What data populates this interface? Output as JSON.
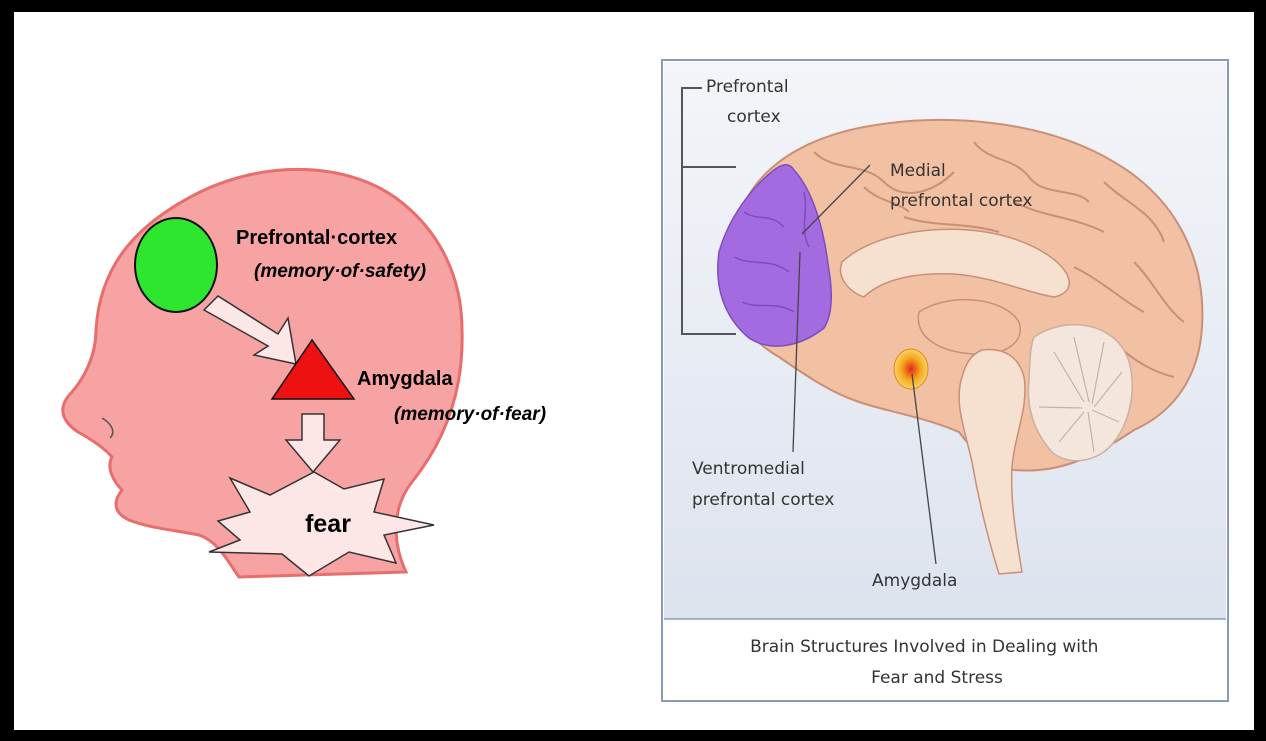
{
  "left_diagram": {
    "prefrontal_label": "Prefrontal·cortex",
    "prefrontal_sub": "(memory·of·safety)",
    "amygdala_label": "Amygdala",
    "amygdala_sub": "(memory·of·fear)",
    "fear_label": "fear",
    "colors": {
      "head": "#f7a3a3",
      "head_edge": "#e86d6d",
      "oval": "#2ee62e",
      "triangle": "#ee1111"
    }
  },
  "right_panel": {
    "labels": {
      "prefrontal_cortex": [
        "Prefrontal",
        "cortex"
      ],
      "medial": [
        "Medial",
        "prefrontal cortex"
      ],
      "ventromedial": [
        "Ventromedial",
        "prefrontal cortex"
      ],
      "amygdala": "Amygdala"
    },
    "caption": [
      "Brain Structures Involved in Dealing with",
      "Fear and Stress"
    ],
    "colors": {
      "brain": "#f2c1a3",
      "prefrontal": "#a36be0",
      "cerebellum": "#f4e6dd",
      "amygdala": "#f4b21b"
    }
  }
}
